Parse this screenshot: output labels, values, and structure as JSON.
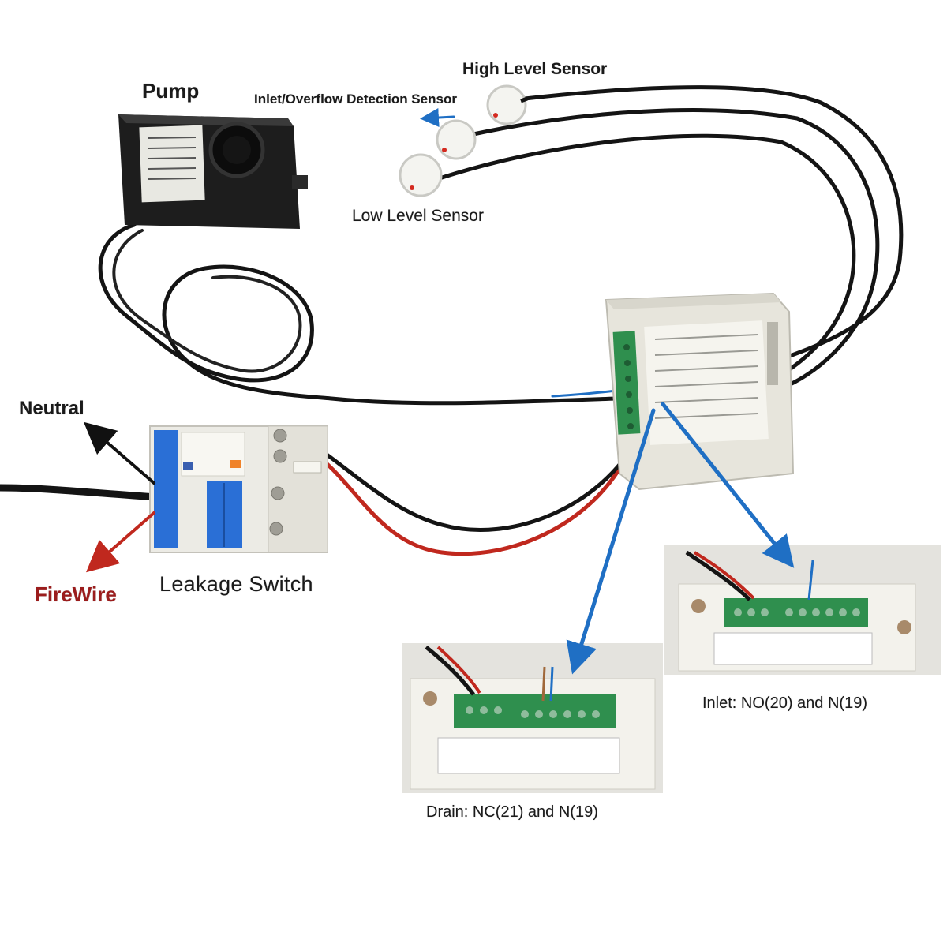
{
  "labels": {
    "pump": "Pump",
    "inlet_overflow_sensor": "Inlet/Overflow Detection Sensor",
    "high_level_sensor": "High Level  Sensor",
    "low_level_sensor": "Low Level Sensor",
    "neutral": "Neutral",
    "firewire": "FireWire",
    "leakage_switch": "Leakage Switch",
    "inlet_caption": "Inlet: NO(20) and N(19)",
    "drain_caption": "Drain: NC(21) and N(19)"
  },
  "colors": {
    "neutral_arrow": "#111111",
    "firewire_arrow": "#c0281e",
    "callout_arrow": "#1f6fc4",
    "firewire_text": "#9b1c1c",
    "terminal_green": "#2f8f4e",
    "breaker_blue": "#2a6fd6",
    "cable_black": "#141414",
    "cable_red": "#c0281e"
  },
  "icons": [
    "pump-icon",
    "sensor-icon",
    "controller-icon",
    "breaker-icon",
    "arrow-icon"
  ]
}
